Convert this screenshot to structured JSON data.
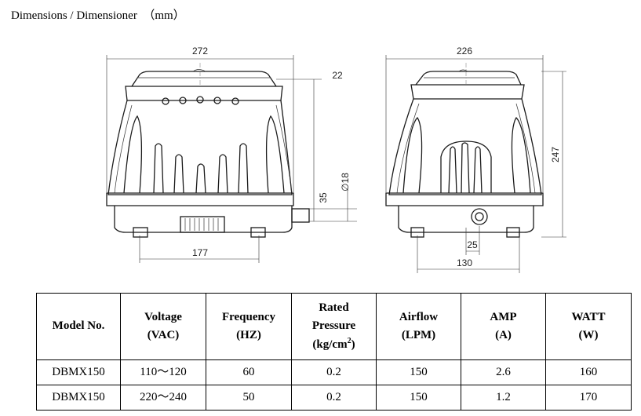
{
  "title": "Dimensions / Dimensioner　（mm）",
  "dimensions": {
    "front_width": "272",
    "front_outlet_offset": "22",
    "front_outlet_height": "35",
    "front_outlet_diameter": "∅18",
    "front_foot_span": "177",
    "side_width": "226",
    "side_height": "247",
    "side_outlet_offset": "25",
    "side_foot_span": "130"
  },
  "table": {
    "headers": {
      "model": "Model No.",
      "voltage": [
        "Voltage",
        "(VAC)"
      ],
      "frequency": [
        "Frequency",
        "(HZ)"
      ],
      "pressure": [
        "Rated",
        "Pressure",
        "(kg/cm",
        "2",
        ")"
      ],
      "airflow": [
        "Airflow",
        "(LPM)"
      ],
      "amp": [
        "AMP",
        "(A)"
      ],
      "watt": [
        "WATT",
        "(W)"
      ]
    },
    "rows": [
      {
        "model": "DBMX150",
        "voltage": "110～120",
        "frequency": "60",
        "pressure": "0.2",
        "airflow": "150",
        "amp": "2.6",
        "watt": "160"
      },
      {
        "model": "DBMX150",
        "voltage": "220～240",
        "frequency": "50",
        "pressure": "0.2",
        "airflow": "150",
        "amp": "1.2",
        "watt": "170"
      }
    ]
  }
}
